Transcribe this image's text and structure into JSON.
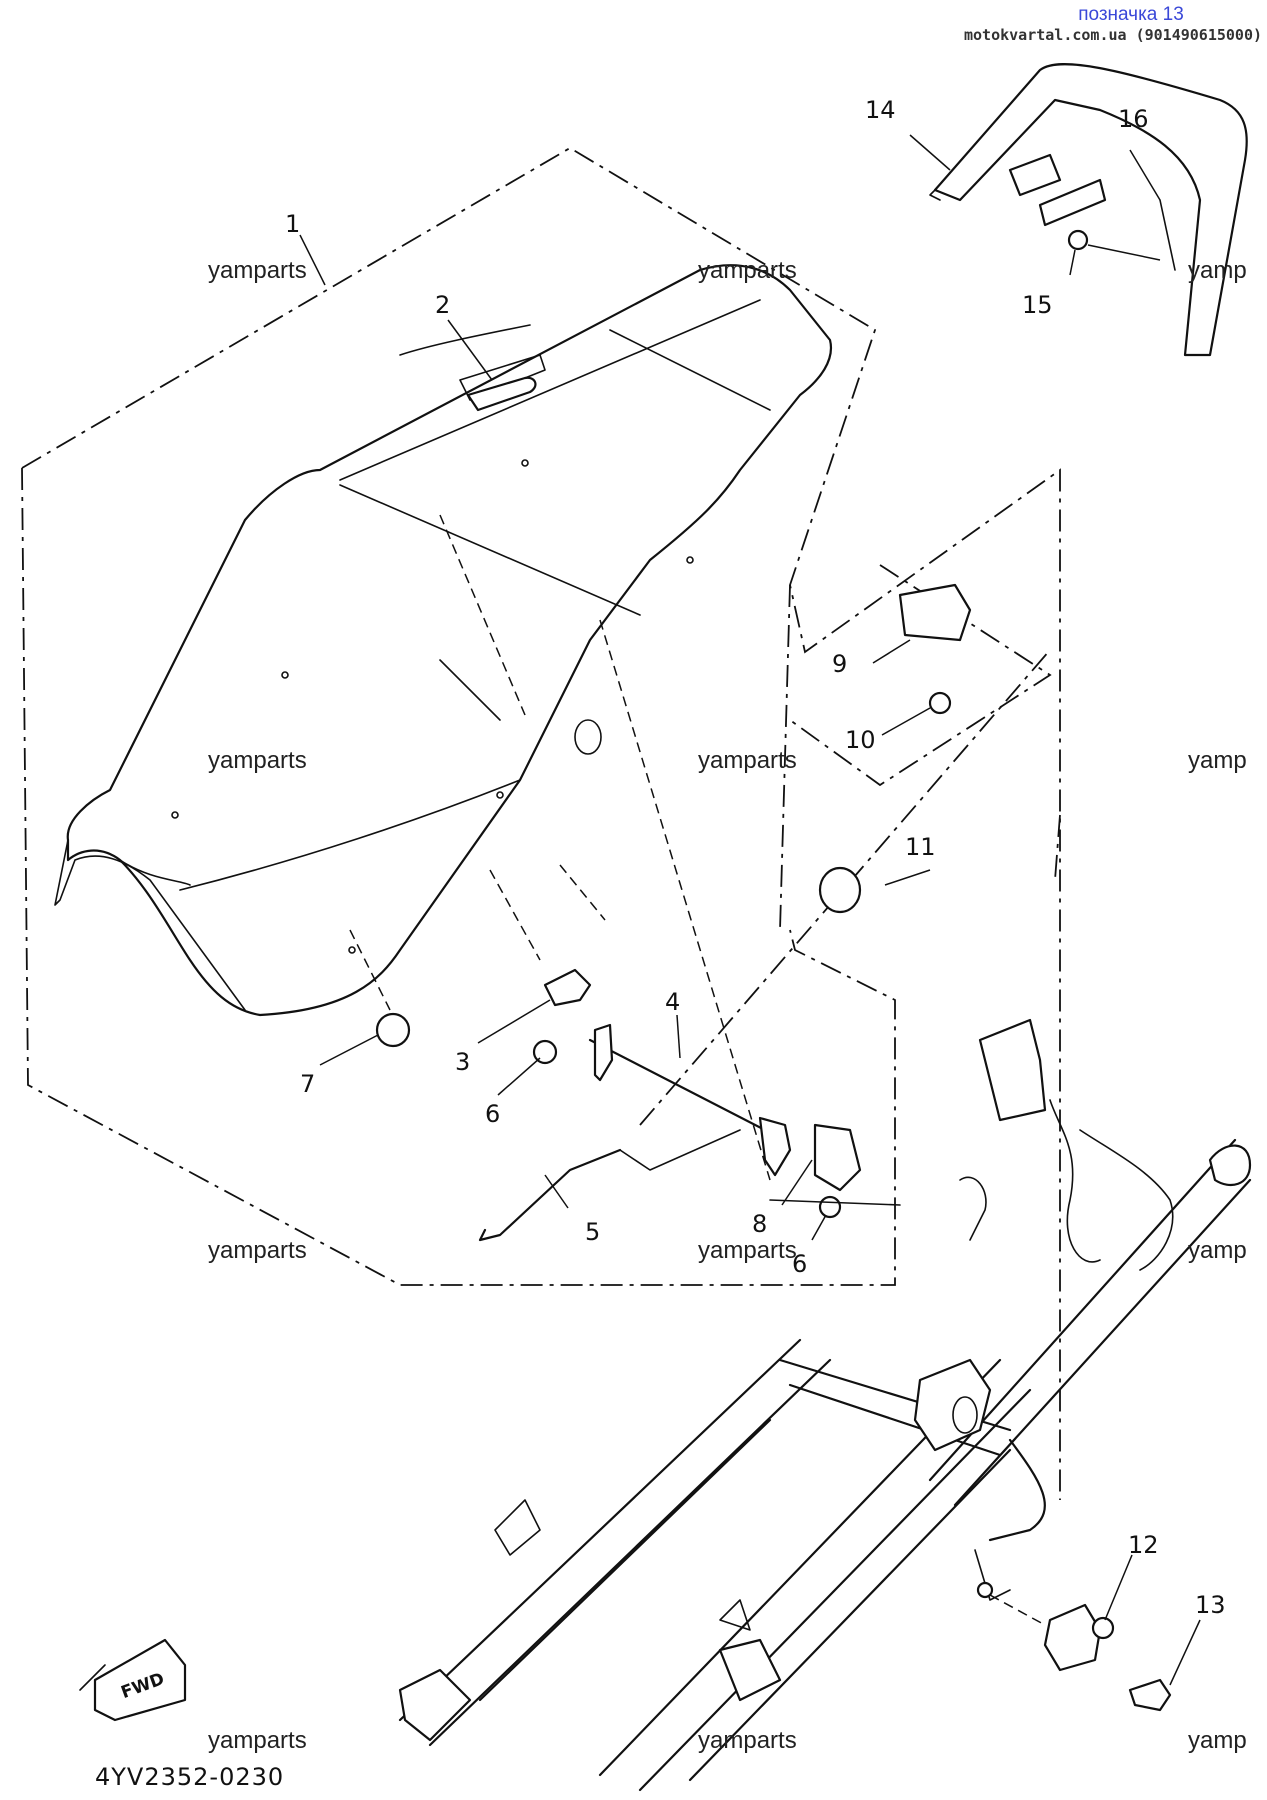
{
  "header": {
    "link_text": "позначка 13",
    "contact": "motokvartal.com.ua (901490615000)"
  },
  "watermark": "yamparts",
  "watermark_cut": "yamp",
  "diagram_code": "4YV2352-0230",
  "fwd_label": "FWD",
  "parts": [
    "1",
    "2",
    "3",
    "4",
    "5",
    "6",
    "6",
    "7",
    "8",
    "9",
    "10",
    "11",
    "12",
    "13",
    "14",
    "15",
    "16"
  ]
}
